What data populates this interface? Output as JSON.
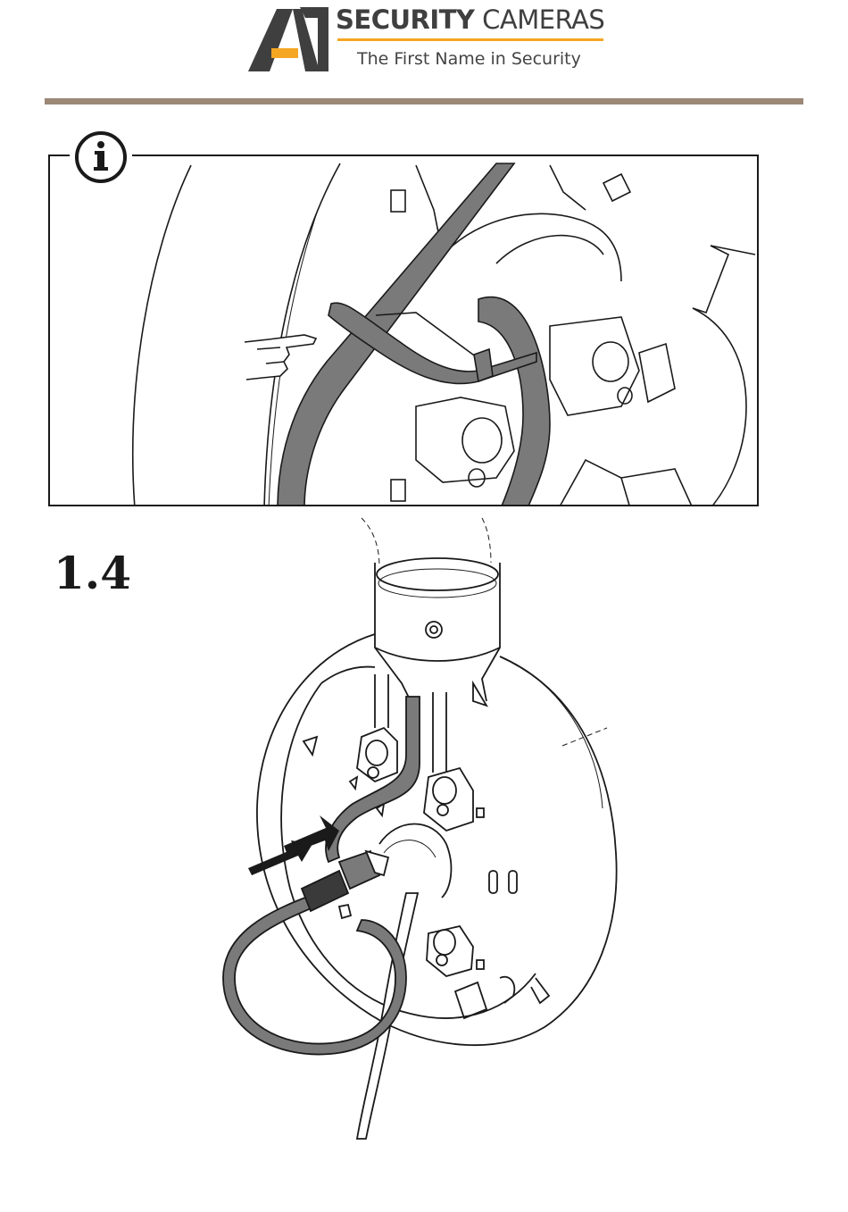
{
  "header": {
    "logo_mark": "A1",
    "brand_bold": "SECURITY",
    "brand_light": "CAMERAS",
    "tagline": "The First Name in Security",
    "colors": {
      "brand_dark": "#3f3f3f",
      "brand_accent": "#f5a623",
      "divider": "#9c8877"
    }
  },
  "info_note": {
    "icon": "info-icon"
  },
  "step": {
    "number": "1.4"
  },
  "illustration": {
    "cable_color": "#7a7a7a",
    "line_color": "#1a1a1a"
  }
}
